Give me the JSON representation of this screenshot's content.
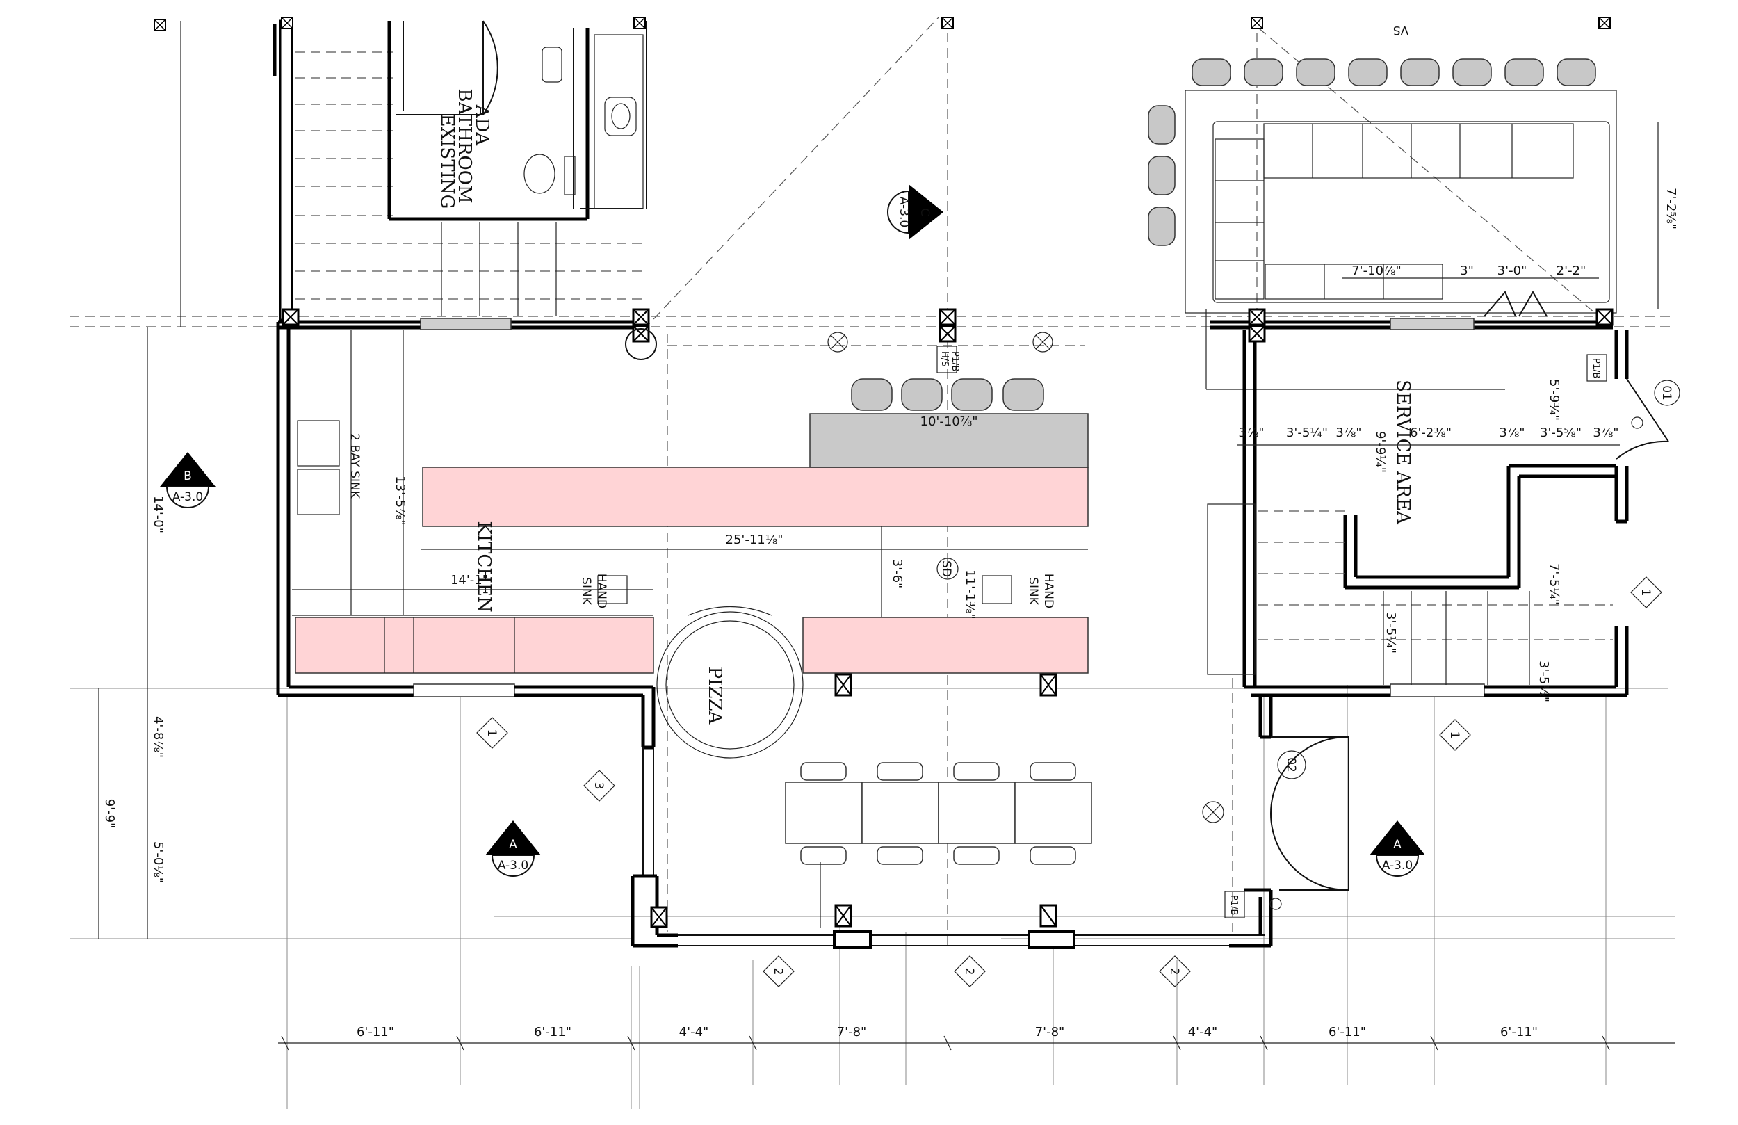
{
  "rooms": {
    "kitchen": "KITCHEN",
    "service_area": "SERVICE AREA",
    "ada_bathroom": [
      "ADA",
      "BATHROOM",
      "EXISTING"
    ],
    "pizza": "PIZZA"
  },
  "fixtures": {
    "two_bay_sink": "2 BAY SINK",
    "hand_sink_left": [
      "HAND",
      "SINK"
    ],
    "hand_sink_right": [
      "HAND",
      "SINK"
    ],
    "sd_tag": "SD",
    "vs_tag": "VS"
  },
  "section_markers": {
    "b": {
      "letter": "B",
      "sheet": "A-3.0"
    },
    "c": {
      "letter": "C",
      "sheet": "A-3.0"
    },
    "a_left": {
      "letter": "A",
      "sheet": "A-3.0"
    },
    "a_right": {
      "letter": "A",
      "sheet": "A-3.0"
    }
  },
  "panel_tags": {
    "p1": "P1/B",
    "p2": "P1/B",
    "p3": "P1/B",
    "hs": "H/S"
  },
  "elevation_tags": {
    "d3": "3",
    "d1a": "1",
    "d1b": "1",
    "d1c": "1",
    "d2a": "2",
    "d2b": "2",
    "d2c": "2",
    "c02": "02",
    "c01": "01"
  },
  "dimensions": {
    "bottom": [
      "6'-11\"",
      "6'-11\"",
      "4'-4\"",
      "7'-8\"",
      "7'-8\"",
      "4'-4\"",
      "6'-11\"",
      "6'-11\""
    ],
    "left_overall": "14'-0\"",
    "left_sub": [
      "4'-8⅞\"",
      "5'-0⅛\""
    ],
    "left_outer": "9'-9\"",
    "counter_len": "25'-11⅛\"",
    "counter_depth": "13'-5⅞\"",
    "kitchen_w": "14'-1\"",
    "bar_len": "10'-10⅞\"",
    "aisle": "3'-6\"",
    "aisle2": "11'-1⅜\"",
    "service_row": [
      "3⅞\"",
      "3'-5¼\"",
      "3⅞\"",
      "6'-2⅜\"",
      "3⅞\"",
      "3'-5⅝\"",
      "3⅞\""
    ],
    "service_v": "9'-9¼\"",
    "service_r": "5'-9¾\"",
    "service_r2": "7'-5¼\"",
    "service_r3": "3'-5¼\"",
    "service_small": "3'-5½\"",
    "top_right": "7'-2⅝\"",
    "top_row": [
      "7'-10⅞\"",
      "3\"",
      "3'-0\"",
      "2'-2\""
    ]
  }
}
